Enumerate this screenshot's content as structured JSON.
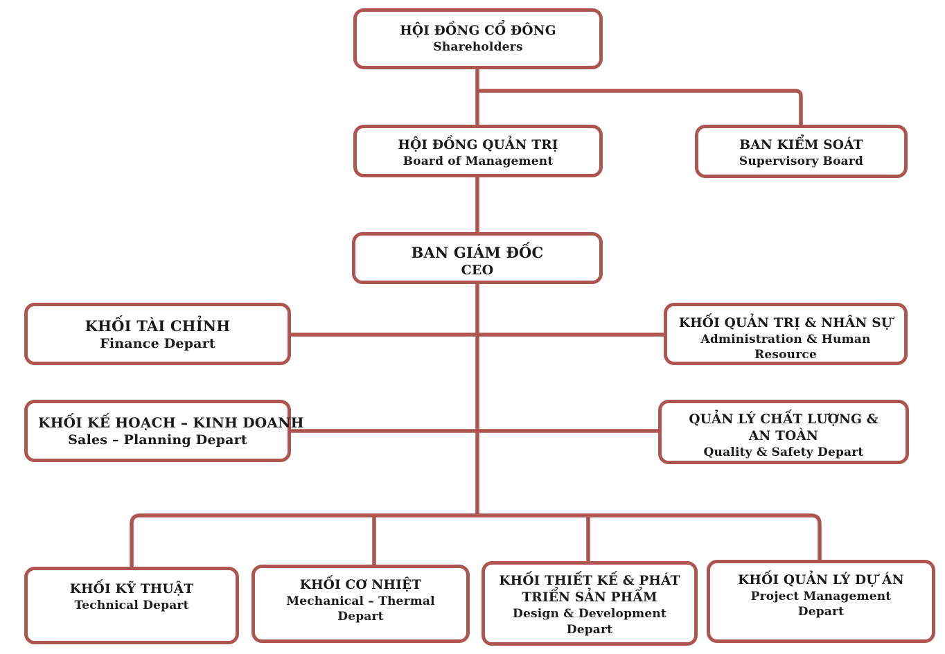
{
  "diagram": {
    "type": "org-chart",
    "accent_color": "#AF554F",
    "text_color": "#1A1A1A",
    "background_color": "#FFFFFF"
  },
  "nodes": {
    "shareholders": {
      "title": "HỘI ĐỒNG CỔ ĐÔNG",
      "subtitle": "Shareholders"
    },
    "board_of_management": {
      "title": "HỘI ĐỒNG QUẢN TRỊ",
      "subtitle": "Board of Management"
    },
    "supervisory_board": {
      "title": "BAN KIỂM SOÁT",
      "subtitle": "Supervisory Board"
    },
    "ceo": {
      "title": "BAN GIÁM ĐỐC",
      "subtitle": "CEO"
    },
    "finance": {
      "title": "KHỐI TÀI CHỈNH",
      "subtitle": "Finance Depart"
    },
    "admin_hr": {
      "title": "KHỐI QUẢN TRỊ &  NHÂN SỰ",
      "subtitle": "Administration & Human Resource"
    },
    "sales_planning": {
      "title": "KHỐI KẾ HOẠCH – KINH DOANH",
      "subtitle": "Sales – Planning Depart"
    },
    "quality_safety": {
      "title": "QUẢN LÝ CHẤT LƯỢNG & AN TOÀN",
      "subtitle": "Quality & Safety Depart"
    },
    "technical": {
      "title": "KHỐI KỸ THUẬT",
      "subtitle": "Technical Depart"
    },
    "mechanical_thermal": {
      "title": "KHỐI CƠ NHIỆT",
      "subtitle": "Mechanical – Thermal Depart"
    },
    "design_development": {
      "title": "KHỐI THIẾT KẾ & PHÁT TRIỂN SẢN PHẨM",
      "subtitle": "Design & Development Depart"
    },
    "project_management": {
      "title": "KHỐI QUẢN LÝ DỰ ÁN",
      "subtitle": "Project Management Depart"
    }
  },
  "edges": [
    {
      "from": "shareholders",
      "to": "board_of_management"
    },
    {
      "from": "shareholders",
      "to": "supervisory_board"
    },
    {
      "from": "board_of_management",
      "to": "ceo"
    },
    {
      "from": "ceo",
      "to": "finance"
    },
    {
      "from": "ceo",
      "to": "admin_hr"
    },
    {
      "from": "ceo",
      "to": "sales_planning"
    },
    {
      "from": "ceo",
      "to": "quality_safety"
    },
    {
      "from": "ceo",
      "to": "technical"
    },
    {
      "from": "ceo",
      "to": "mechanical_thermal"
    },
    {
      "from": "ceo",
      "to": "design_development"
    },
    {
      "from": "ceo",
      "to": "project_management"
    }
  ]
}
